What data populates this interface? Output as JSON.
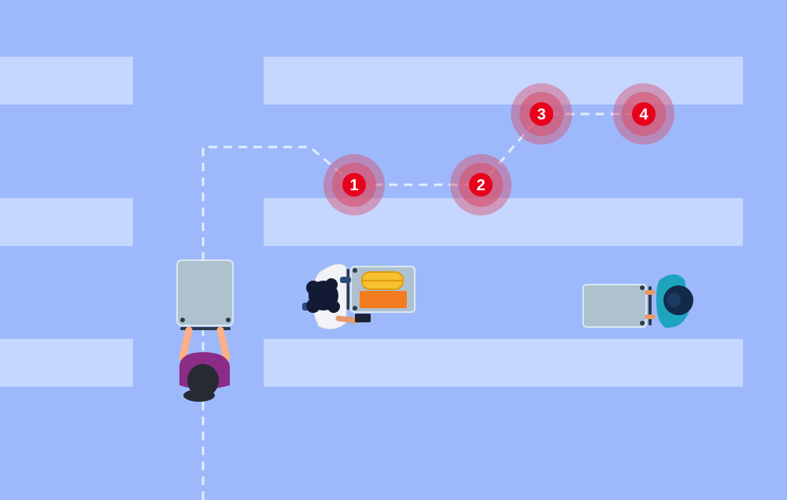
{
  "colors": {
    "background": "#9db9fb",
    "shelf": "#c5d6ff",
    "path": "#e3ebff",
    "marker": "#e8001c",
    "marker_halo": "#d7506a",
    "cart": "#aec1cf",
    "cart_edge": "#dbe7f2"
  },
  "markers": [
    {
      "label": "1"
    },
    {
      "label": "2"
    },
    {
      "label": "3"
    },
    {
      "label": "4"
    }
  ],
  "shoppers": [
    {
      "id": "pink-shirt-shopper",
      "shirt": "#8b2c86",
      "hair": "#262a33",
      "skin": "#ffb085"
    },
    {
      "id": "white-coat-shopper",
      "shirt": "#f1f3f7",
      "hair": "#131a33",
      "skin": "#e59a6a"
    },
    {
      "id": "teal-jacket-shopper",
      "shirt": "#1fa4c0",
      "hair": "#12294a",
      "skin": "#e59a6a"
    }
  ]
}
